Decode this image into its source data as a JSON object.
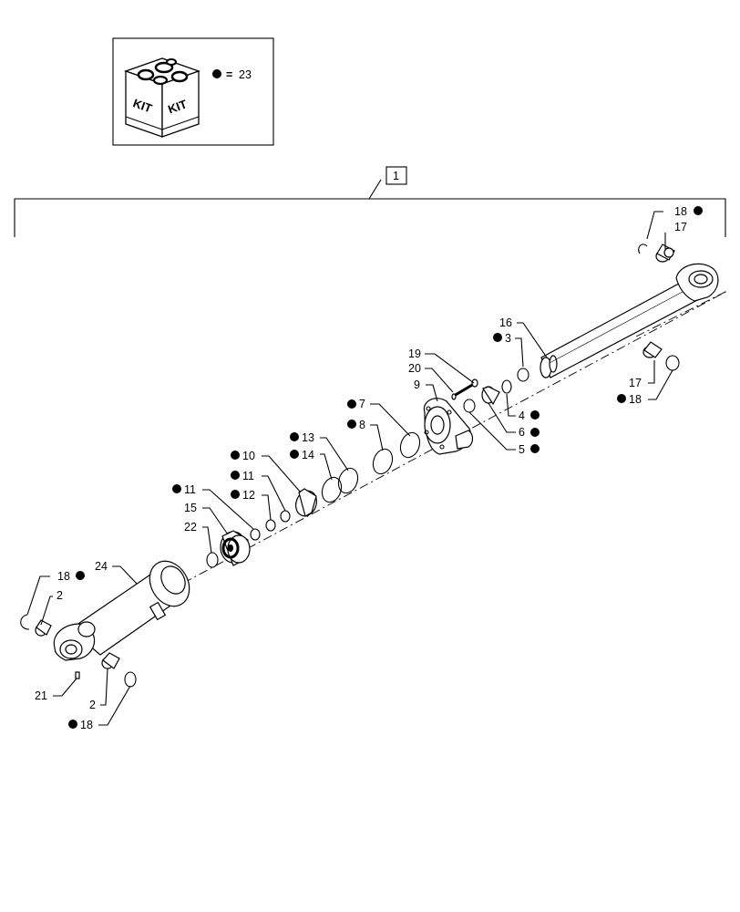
{
  "kit": {
    "box_text_left": "KIT",
    "box_text_right": "KIT",
    "legend_equals": "=",
    "legend_number": "23"
  },
  "assembly_number": "1",
  "callouts": [
    {
      "id": "c18a",
      "text": "18",
      "kit": true
    },
    {
      "id": "c17a",
      "text": "17",
      "kit": false
    },
    {
      "id": "c16",
      "text": "16",
      "kit": false
    },
    {
      "id": "c3",
      "text": "3",
      "kit": true
    },
    {
      "id": "c19",
      "text": "19",
      "kit": false
    },
    {
      "id": "c20",
      "text": "20",
      "kit": false
    },
    {
      "id": "c9",
      "text": "9",
      "kit": false
    },
    {
      "id": "c17b",
      "text": "17",
      "kit": false
    },
    {
      "id": "c18b",
      "text": "18",
      "kit": true
    },
    {
      "id": "c7",
      "text": "7",
      "kit": true
    },
    {
      "id": "c8",
      "text": "8",
      "kit": true
    },
    {
      "id": "c4",
      "text": "4",
      "kit": true
    },
    {
      "id": "c6",
      "text": "6",
      "kit": true
    },
    {
      "id": "c5",
      "text": "5",
      "kit": true
    },
    {
      "id": "c13",
      "text": "13",
      "kit": true
    },
    {
      "id": "c14",
      "text": "14",
      "kit": true
    },
    {
      "id": "c10",
      "text": "10",
      "kit": true
    },
    {
      "id": "c11a",
      "text": "11",
      "kit": true
    },
    {
      "id": "c12",
      "text": "12",
      "kit": true
    },
    {
      "id": "c11b",
      "text": "11",
      "kit": true
    },
    {
      "id": "c15",
      "text": "15",
      "kit": false
    },
    {
      "id": "c22",
      "text": "22",
      "kit": false
    },
    {
      "id": "c24",
      "text": "24",
      "kit": false
    },
    {
      "id": "c18c",
      "text": "18",
      "kit": true
    },
    {
      "id": "c2a",
      "text": "2",
      "kit": false
    },
    {
      "id": "c21",
      "text": "21",
      "kit": false
    },
    {
      "id": "c2b",
      "text": "2",
      "kit": false
    },
    {
      "id": "c18d",
      "text": "18",
      "kit": true
    }
  ]
}
